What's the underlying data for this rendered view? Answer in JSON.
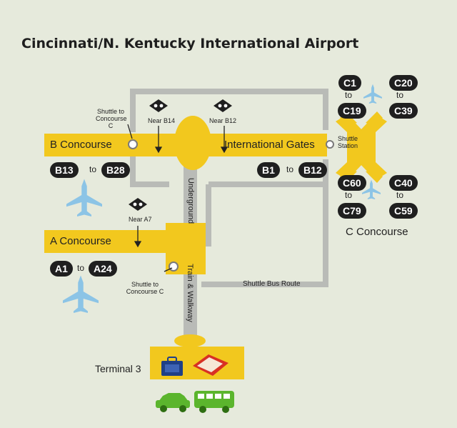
{
  "title": "Cincinnati/N. Kentucky International Airport",
  "concourses": {
    "b": {
      "label": "B Concourse",
      "gate_start": "B13",
      "gate_to": "to",
      "gate_end": "B28"
    },
    "intl": {
      "label": "International Gates",
      "gate_start": "B1",
      "gate_to": "to",
      "gate_end": "B12"
    },
    "a": {
      "label": "A Concourse",
      "gate_start": "A1",
      "gate_to": "to",
      "gate_end": "A24"
    },
    "c": {
      "label": "C Concourse",
      "gates": [
        {
          "start": "C1",
          "to": "to",
          "end": "C19"
        },
        {
          "start": "C20",
          "to": "to",
          "end": "C39"
        },
        {
          "start": "C60",
          "to": "to",
          "end": "C79"
        },
        {
          "start": "C40",
          "to": "to",
          "end": "C59"
        }
      ]
    }
  },
  "labels": {
    "shuttle_to_c_b": "Shuttle to Concourse C",
    "near_b14": "Near B14",
    "near_b12": "Near B12",
    "shuttle_station": "Shuttle Station",
    "near_a7": "Near A7",
    "shuttle_to_c_a": "Shuttle to Concourse C",
    "underground": "Underground",
    "train_walkway": "Train & Walkway",
    "shuttle_bus_route": "Shuttle Bus Route",
    "terminal": "Terminal 3"
  },
  "colors": {
    "concourse": "#f2c81e",
    "route": "#b9bbb7",
    "background": "#e6eadc",
    "pill": "#1f1f1f",
    "plane": "#8cc4e6",
    "ground": "#5bb52d"
  },
  "icons": [
    "restroom-icon",
    "airplane-icon",
    "luggage-icon",
    "ticket-icon",
    "car-icon",
    "bus-icon"
  ]
}
